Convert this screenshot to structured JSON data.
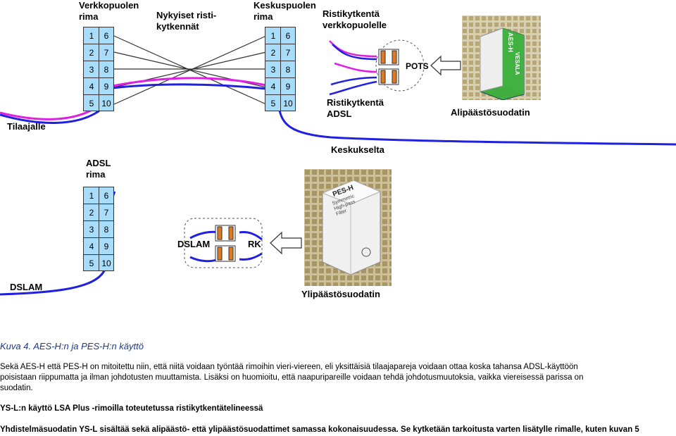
{
  "labels": {
    "network_strip": "Verkkopuolen\nrima",
    "current_cross": "Nykyiset risti-\nkytkennät",
    "exchange_strip": "Keskuspuolen\nrima",
    "cross_network": "Ristikytkentä\nverkkopuolelle",
    "pots": "POTS",
    "cross_adsl": "Ristikytkentä\nADSL",
    "lowpass": "Alipäästösuodatin",
    "subscriber": "Tilaajalle",
    "from_exchange": "Keskukselta",
    "adsl_strip": "ADSL\nrima",
    "dslam_left": "DSLAM",
    "dslam_box": "DSLAM",
    "rk": "RK",
    "highpass": "Ylipäästösuodatin"
  },
  "strip_cells": [
    [
      "1",
      "6"
    ],
    [
      "2",
      "7"
    ],
    [
      "3",
      "8"
    ],
    [
      "4",
      "9"
    ],
    [
      "5",
      "10"
    ]
  ],
  "product_text": {
    "aes_brand": "AES-H",
    "aes_vesala": "VESALA",
    "pes_brand": "PES-H",
    "pes_sub": "Symmetric\nHigh-pass\nFilter"
  },
  "caption": {
    "title": "Kuva 4. AES-H:n ja PES-H:n käyttö",
    "p1_line1": "Sekä AES-H että PES-H on mitoitettu niin, että niitä voidaan työntää rimoihin vieri-viereen, eli yksittäisiä tilaajapareja voidaan ottaa koska tahansa ADSL-käyttöön",
    "p1_line2": "poisistaan riippumatta ja ilman johdotusten muuttamista. Lisäksi on huomioitu, että naapuripareille voidaan tehdä johdotusmuutoksia, vaikka viereisessä parissa on",
    "p1_line3": "suodatin.",
    "heading2": "YS-L:n käyttö LSA Plus -rimoilla toteutetussa ristikytkentätelineessä",
    "p2_line1": "Yhdistelmäsuodatin YS-L sisältää sekä alipäästö- että ylipäästösuodattimet samassa kokonaisuudessa. Se kytketään tarkoitusta varten lisätylle rimalle, kuten kuvan 5"
  },
  "colors": {
    "strip_fill": "#a7dcfa",
    "wire_magenta": "#e020e0",
    "wire_blue": "#2020e0",
    "caption_blue": "#1a3a8a",
    "filter_green": "#3fae3f",
    "filter_orange": "#e07a20"
  }
}
